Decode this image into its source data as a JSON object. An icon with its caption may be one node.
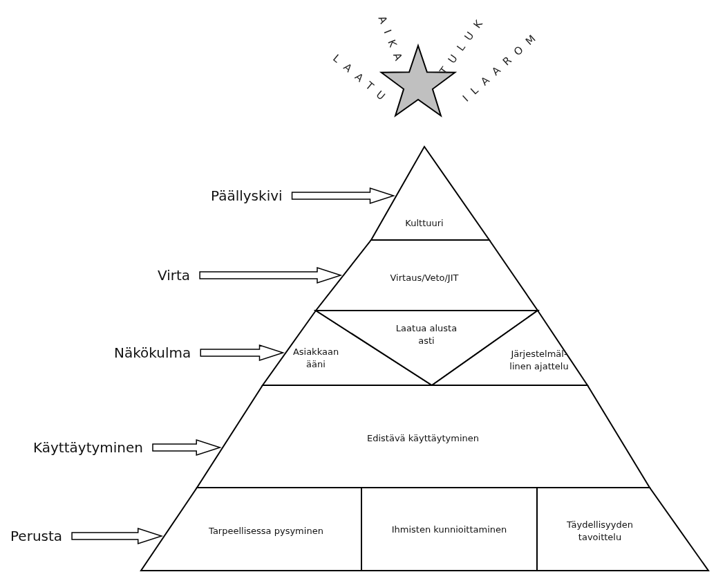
{
  "diagram": {
    "nodes": [
      {
        "text": [
          "Päällyskivi"
        ]
      },
      {
        "text": [
          "Kulttuuri"
        ]
      },
      {
        "text": [
          "Virta"
        ]
      },
      {
        "text": [
          "Virtaus/Veto/JIT"
        ]
      },
      {
        "text": [
          "Näkökulma"
        ]
      },
      {
        "text": [
          "Asiakkaan ääni"
        ]
      },
      {
        "text": [
          "Laatua alusta asti"
        ]
      },
      {
        "text": [
          "Järjestelmäl- linen ajattelu"
        ]
      },
      {
        "text": [
          "Käyttäytyminen"
        ]
      },
      {
        "text": [
          "Edistävä käyttäytyminen"
        ]
      },
      {
        "text": [
          "Perusta"
        ]
      },
      {
        "text": [
          "Tarpeellisessa pysyminen"
        ]
      },
      {
        "text": [
          "Ihmisten kunnioittaminen"
        ]
      },
      {
        "text": [
          "Täydellisyyden tavoittelu"
        ]
      }
    ],
    "edges": [
      {
        "from": 0,
        "to": 1,
        "arrow": "to"
      },
      {
        "from": 2,
        "to": 3,
        "arrow": "to"
      },
      {
        "from": 4,
        "to": 5,
        "arrow": "to"
      },
      {
        "from": 8,
        "to": 9,
        "arrow": "to"
      },
      {
        "from": 10,
        "to": 11,
        "arrow": "to"
      }
    ],
    "labels": [
      "LAATU",
      "AIKA",
      "TULUK",
      "ILAAROM"
    ]
  }
}
